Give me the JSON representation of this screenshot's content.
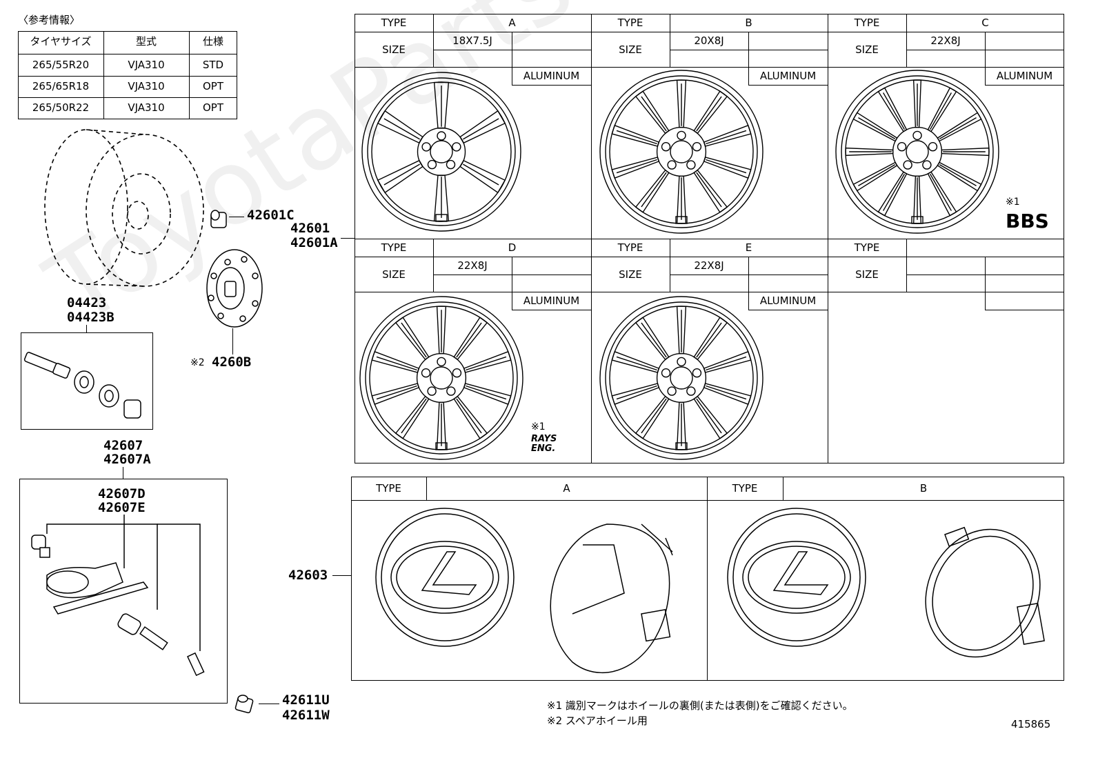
{
  "ref_table": {
    "caption": "〈参考情報〉",
    "headers": [
      "タイヤサイズ",
      "型式",
      "仕様"
    ],
    "rows": [
      [
        "265/55R20",
        "VJA310",
        "STD"
      ],
      [
        "265/65R18",
        "VJA310",
        "OPT"
      ],
      [
        "265/50R22",
        "VJA310",
        "OPT"
      ]
    ]
  },
  "wheel_grid": {
    "type_label": "TYPE",
    "size_label": "SIZE",
    "cells": [
      {
        "type": "A",
        "size": "18X7.5J",
        "material": "ALUMINUM",
        "mark": ""
      },
      {
        "type": "B",
        "size": "20X8J",
        "material": "ALUMINUM",
        "mark": ""
      },
      {
        "type": "C",
        "size": "22X8J",
        "material": "ALUMINUM",
        "mark": "BBS",
        "mark_note": "※1"
      },
      {
        "type": "D",
        "size": "22X8J",
        "material": "ALUMINUM",
        "mark": "RAYS ENG.",
        "mark_note": "※1"
      },
      {
        "type": "E",
        "size": "22X8J",
        "material": "ALUMINUM",
        "mark": ""
      },
      {
        "type": "",
        "size": "",
        "material": "",
        "mark": ""
      }
    ]
  },
  "cap_grid": {
    "type_label": "TYPE",
    "cells": [
      {
        "type": "A"
      },
      {
        "type": "B"
      }
    ]
  },
  "parts": {
    "p42601C": "42601C",
    "p42601": "42601",
    "p42601A": "42601A",
    "p04423": "04423",
    "p04423B": "04423B",
    "p4260B": "4260B",
    "p4260B_note": "※2",
    "p42607": "42607",
    "p42607A": "42607A",
    "p42607D": "42607D",
    "p42607E": "42607E",
    "p42603": "42603",
    "p42611U": "42611U",
    "p42611W": "42611W"
  },
  "notes": {
    "n1": "※1 識別マークはホイールの裏側(または表側)をご確認ください。",
    "n2": "※2 スペアホイール用"
  },
  "diagram_id": "415865",
  "watermark": "ToyotaPartsDeal"
}
